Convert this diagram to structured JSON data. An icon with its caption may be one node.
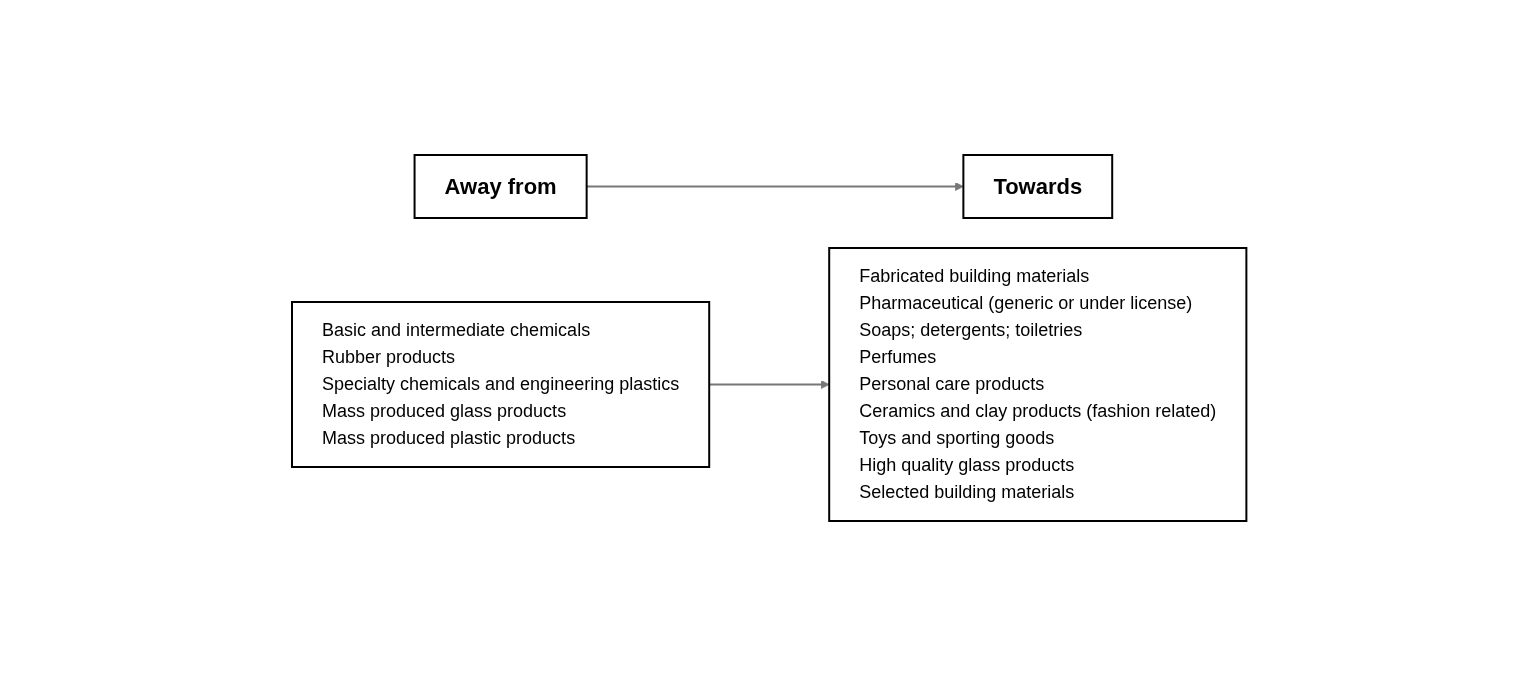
{
  "diagram": {
    "nodes": [
      {
        "text": [
          "Away from"
        ]
      },
      {
        "text": [
          "Basic and intermediate chemicals",
          "Rubber products",
          "Specialty chemicals and engineering plastics",
          "Mass produced glass products",
          "Mass produced plastic products"
        ]
      },
      {
        "text": [
          "Towards"
        ]
      },
      {
        "text": [
          "Fabricated building materials",
          "Pharmaceutical (generic or under license)",
          "Soaps; detergents; toiletries",
          "Perfumes",
          "Personal care products",
          "Ceramics  and clay products (fashion related)",
          "Toys and sporting goods",
          "High quality glass products",
          "Selected building materials"
        ]
      }
    ],
    "edges": [
      {
        "from": 0,
        "to": 2,
        "arrow": "to"
      },
      {
        "from": 1,
        "to": 3,
        "arrow": "to"
      }
    ]
  }
}
